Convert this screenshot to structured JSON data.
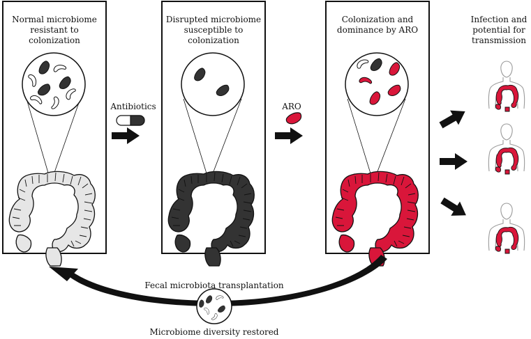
{
  "panels": [
    {
      "id": "normal",
      "label_line1": "Normal microbiome",
      "label_line2": "resistant to colonization",
      "fill": "#e6e6e6"
    },
    {
      "id": "disrupted",
      "label_line1": "Disrupted microbiome",
      "label_line2": "susceptible to colonization",
      "fill": "#333333"
    },
    {
      "id": "colonized",
      "label_line1": "Colonization and",
      "label_line2": "dominance by ARO",
      "fill": "#d9163a"
    }
  ],
  "steps": {
    "antibiotics": "Antibiotics",
    "aro": "ARO"
  },
  "outcome": {
    "line1": "Infection and",
    "line2": "potential for",
    "line3": "transmission"
  },
  "fmt": {
    "title": "Fecal microbiota transplantation",
    "result": "Microbiome diversity restored"
  },
  "colors": {
    "aro_red": "#d9163a",
    "dark": "#333333",
    "light": "#e6e6e6",
    "stroke": "#111111"
  }
}
